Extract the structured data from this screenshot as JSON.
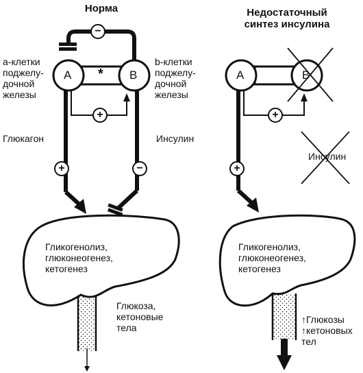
{
  "left": {
    "title": "Норма",
    "alpha_label": "а-клетки\nподжелу-\nдочной\nжелезы",
    "beta_label": "b-клетки\nподжелу-\nдочной\nжелезы",
    "node_a": "A",
    "node_b": "B",
    "junction_mark": "*",
    "glucagon": "Глюкагон",
    "insulin": "Инсулин",
    "liver_text": "Гликогенолиз,\nглюконеогенез,\nкетогенез",
    "output_text": "Глюкоза,\nкетоновые\nтела",
    "signs": {
      "top": "−",
      "middle": "+",
      "glucagon": "+",
      "insulin": "−"
    }
  },
  "right": {
    "title": "Недостаточный\nсинтез инсулина",
    "node_a": "A",
    "node_b": "B",
    "insulin_crossed": "Инсулин",
    "liver_text": "Гликогенолиз,\nглюконеогенез,\nкетогенез",
    "output_text": "↑Глюкозы\n↑кетоновых\n  тел",
    "signs": {
      "middle": "+",
      "glucagon": "+"
    }
  }
}
